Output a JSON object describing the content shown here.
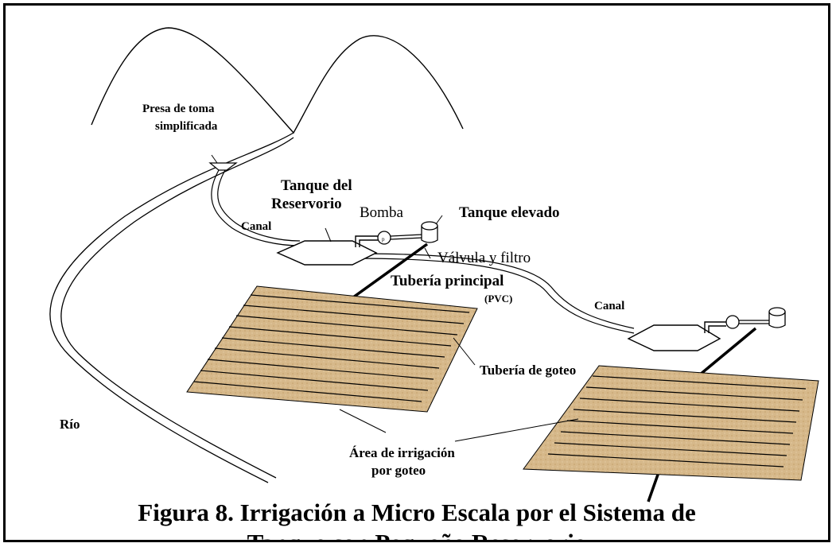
{
  "labels": {
    "presa_line1": "Presa de toma",
    "presa_line2": "simplificada",
    "tanque_del": "Tanque del",
    "reservorio": "Reservorio",
    "bomba": "Bomba",
    "tanque_elevado": "Tanque elevado",
    "canal_left": "Canal",
    "valvula_filtro": "Válvula y filtro",
    "tuberia_principal": "Tubería principal",
    "pvc": "(PVC)",
    "canal_right": "Canal",
    "tuberia_goteo": "Tubería de goteo",
    "rio": "Río",
    "area_line1": "Área de irrigación",
    "area_line2": "por goteo",
    "pump_symbol": "p"
  },
  "caption": {
    "line1": "Figura 8. Irrigación a Micro Escala por el Sistema de",
    "line2": "Tanque con Pequeño Reservorio"
  },
  "colors": {
    "field_fill": "#d6b88a",
    "field_line": "#000000",
    "frame": "#000000"
  }
}
